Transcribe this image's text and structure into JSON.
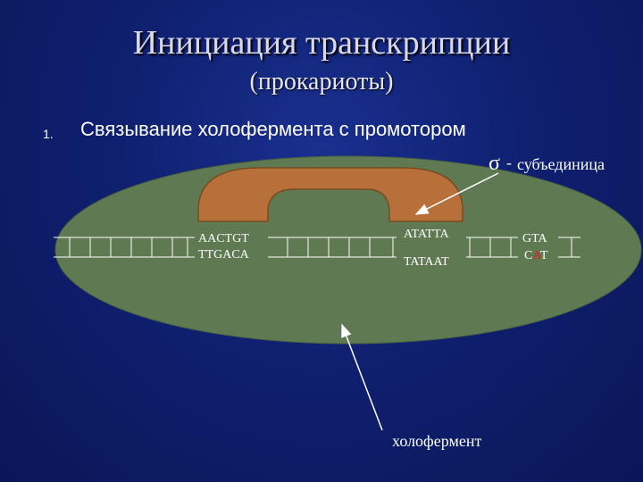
{
  "slide": {
    "title": "Инициация транскрипции",
    "subtitle": "(прокариоты)",
    "bullet_number": "1.",
    "bullet_text": "Связывание холофермента с промотором"
  },
  "diagram": {
    "sigma_symbol": "σ",
    "sigma_dash": "-",
    "sigma_label": "субъединица",
    "holoenzyme_label": "холофермент",
    "seq_minus35_top": "AACTGT",
    "seq_minus35_bottom": "TTGACA",
    "seq_minus10_top": "ATATTA",
    "seq_minus10_bottom": "TATAAT",
    "seq_start_top": "GTA",
    "seq_start_bottom_c": "C",
    "seq_start_bottom_a": "A",
    "seq_start_bottom_t": "T"
  },
  "colors": {
    "background": "#0f2070",
    "ellipse": "#5f7a52",
    "arch": "#b7703a",
    "highlight": "#e02020"
  }
}
